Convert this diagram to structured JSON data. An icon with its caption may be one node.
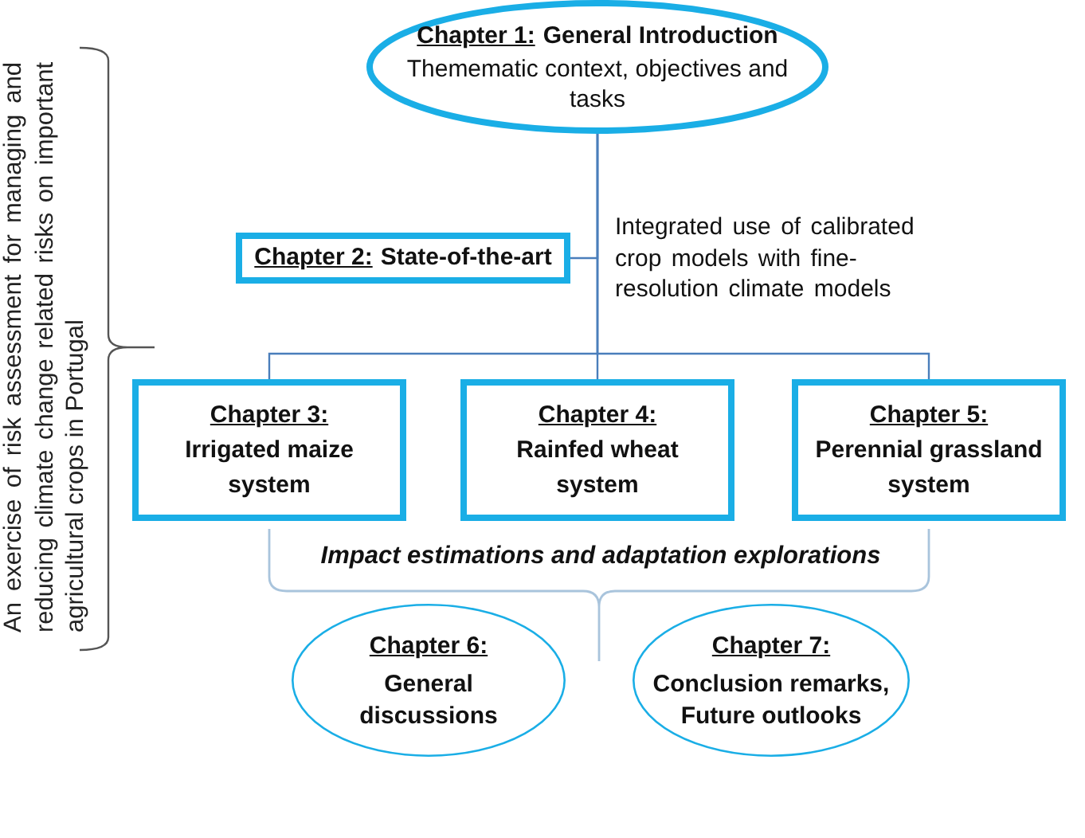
{
  "diagram": {
    "nodes": [
      {
        "text": [
          "Chapter 1:",
          "General Introduction",
          "Themematic context, objectives and tasks"
        ]
      },
      {
        "text": [
          "Chapter 2:",
          "State-of-the-art"
        ]
      },
      {
        "text": [
          "Chapter 3:",
          "Irrigated maize system"
        ]
      },
      {
        "text": [
          "Chapter 4:",
          "Rainfed wheat system"
        ]
      },
      {
        "text": [
          "Chapter 5:",
          "Perennial grassland system"
        ]
      },
      {
        "text": [
          "Chapter 6:",
          "General discussions"
        ]
      },
      {
        "text": [
          "Chapter 7:",
          "Conclusion remarks, Future outlooks"
        ]
      }
    ],
    "edges": [
      {
        "from": 0,
        "to": 1,
        "arrow": "none"
      },
      {
        "from": 0,
        "to": 2,
        "arrow": "none"
      },
      {
        "from": 0,
        "to": 3,
        "arrow": "none"
      },
      {
        "from": 0,
        "to": 4,
        "arrow": "none"
      }
    ],
    "labels": [
      "An exercise of risk assessment for managing and reducing climate change related risks on important agricultural crops in Portugal",
      "Integrated use of calibrated crop models with fine-resolution climate models",
      "Impact estimations and adaptation explorations"
    ]
  }
}
